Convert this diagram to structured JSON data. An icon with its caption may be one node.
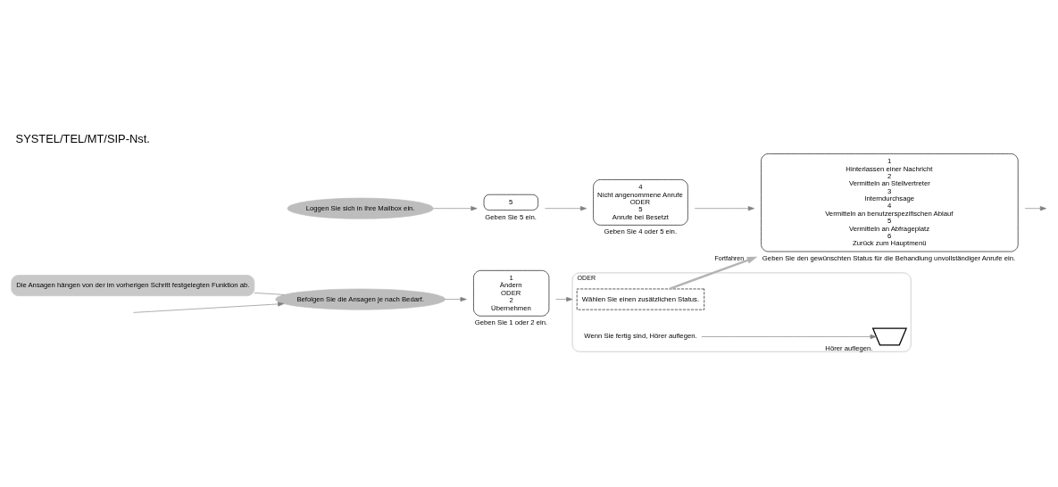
{
  "diagram": {
    "title": "SYSTEL/TEL/MT/SIP-Nst.",
    "nodes": [
      {
        "text": [
          "Loggen Sie sich in Ihre Mailbox ein."
        ]
      },
      {
        "text": [
          "5"
        ],
        "beside": [
          "Geben Sie 5 ein."
        ]
      },
      {
        "text": [
          "4",
          "Nicht angenommene Anrufe",
          "ODER",
          "5",
          "Anrufe bei Besetzt"
        ],
        "beside": [
          "Geben Sie 4 oder 5 ein."
        ]
      },
      {
        "text": [
          "1",
          "Hinterlassen einer Nachricht",
          "2",
          "Vermitteln an Stellvertreter",
          "3",
          "Interndurchsage",
          "4",
          "Vermitteln an benutzerspezifischen Ablauf",
          "5",
          "Vermitteln an Abfrageplatz",
          "6",
          "Zurück zum Hauptmenü"
        ],
        "beside": [
          "Geben Sie den gewünschten Status für die Behandlung unvollständiger Anrufe ein."
        ]
      },
      {
        "text": [
          "Befolgen Sie die Ansagen je nach Bedarf."
        ]
      },
      {
        "text": [
          "Die Ansagen hängen von der im vorherigen Schritt festgelegten Funktion ab."
        ]
      },
      {
        "text": [
          "1",
          "Ändern",
          "ODER",
          "2",
          "Übernehmen"
        ],
        "beside": [
          "Geben Sie 1 oder 2 ein."
        ]
      },
      {
        "text": [
          "ODER"
        ]
      },
      {
        "text": [
          "Wählen Sie einen zusätzlichen Status."
        ],
        "in": 7
      },
      {
        "text": [
          "Wenn Sie fertig sind, Hörer auflegen."
        ],
        "in": 7
      },
      {
        "text": [],
        "shape": "handset",
        "in": 7,
        "beside": [
          "Hörer auflegen."
        ]
      }
    ],
    "edges": [
      {
        "from": 0,
        "to": 1,
        "arrow": "to"
      },
      {
        "from": 1,
        "to": 2,
        "arrow": "to"
      },
      {
        "from": 2,
        "to": 3,
        "arrow": "to"
      },
      {
        "from": 3,
        "to": null,
        "arrow": "to"
      },
      {
        "from": null,
        "to": 4,
        "arrow": "to"
      },
      {
        "from": 5,
        "to": 4,
        "arrow": "none"
      },
      {
        "from": 4,
        "to": 6,
        "arrow": "to"
      },
      {
        "from": 6,
        "to": 7,
        "arrow": "to"
      },
      {
        "from": 9,
        "to": 10,
        "arrow": "to"
      },
      {
        "from": 8,
        "to": 3,
        "arrow": "to",
        "label": "Fortfahren",
        "style": "thick",
        "color": "#b4b4b4"
      }
    ]
  }
}
